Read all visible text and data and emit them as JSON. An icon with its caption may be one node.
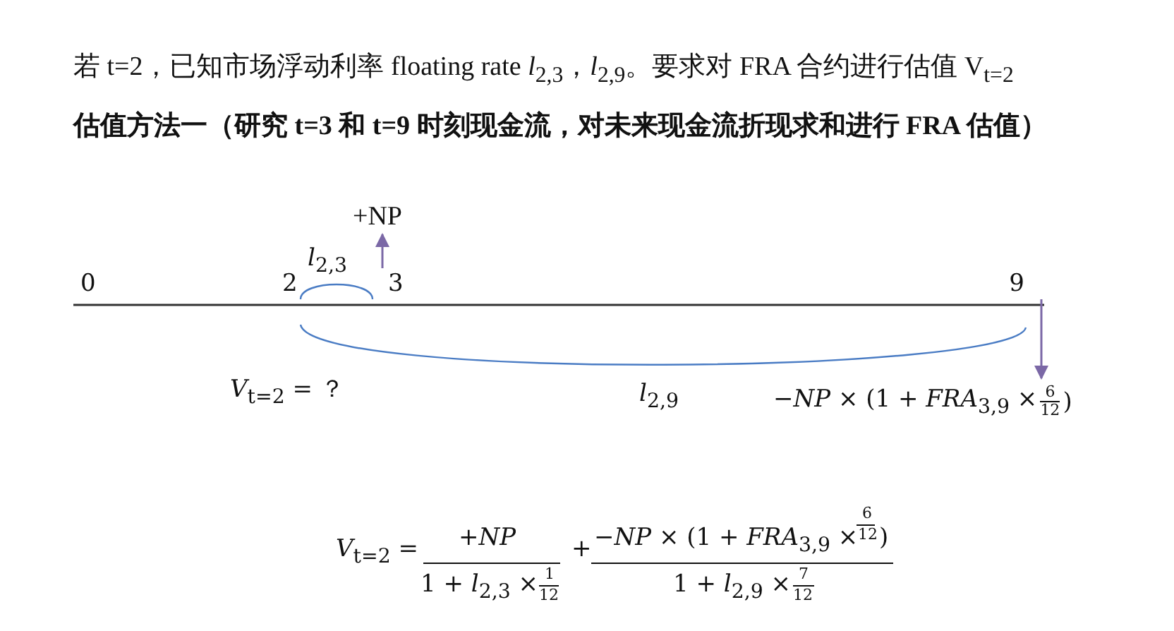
{
  "diagram": {
    "nodes": [
      {
        "text": [
          "+NP"
        ]
      },
      {
        "text": [
          "−*NP* × (1 + *FRA*$_{3,9}$ ×",
          "6",
          "12",
          ")"
        ]
      },
      {
        "text": [
          "3"
        ]
      },
      {
        "text": [
          "9"
        ]
      }
    ],
    "edges": [
      {
        "from": 2,
        "to": 0,
        "arrow": "to"
      },
      {
        "from": 3,
        "to": 1,
        "arrow": "to"
      }
    ],
    "labels": [
      "若 t=2，已知市场浮动利率 floating rate *l*$_{2,3}$，*l*$_{2,9}$。要求对 FRA 合约进行估值 V$_{t=2}$",
      "估值方法一（研究 t=3 和 t=9 时刻现金流，对未来现金流折现求和进行 FRA 估值）",
      "0",
      "2",
      "*l*$_{2,3}$",
      "*V*$_{t=2}$ = ？",
      "*l*$_{2,9}$",
      "*V*$_{t=2}$ =",
      "+*NP*",
      "1 + *l*$_{2,3}$ ×",
      "1",
      "12",
      "+",
      "−*NP* × (1 + *FRA*$_{3,9}$ ×",
      "6",
      "12",
      ")",
      "1 + *l*$_{2,9}$ ×",
      "7",
      "12"
    ]
  }
}
